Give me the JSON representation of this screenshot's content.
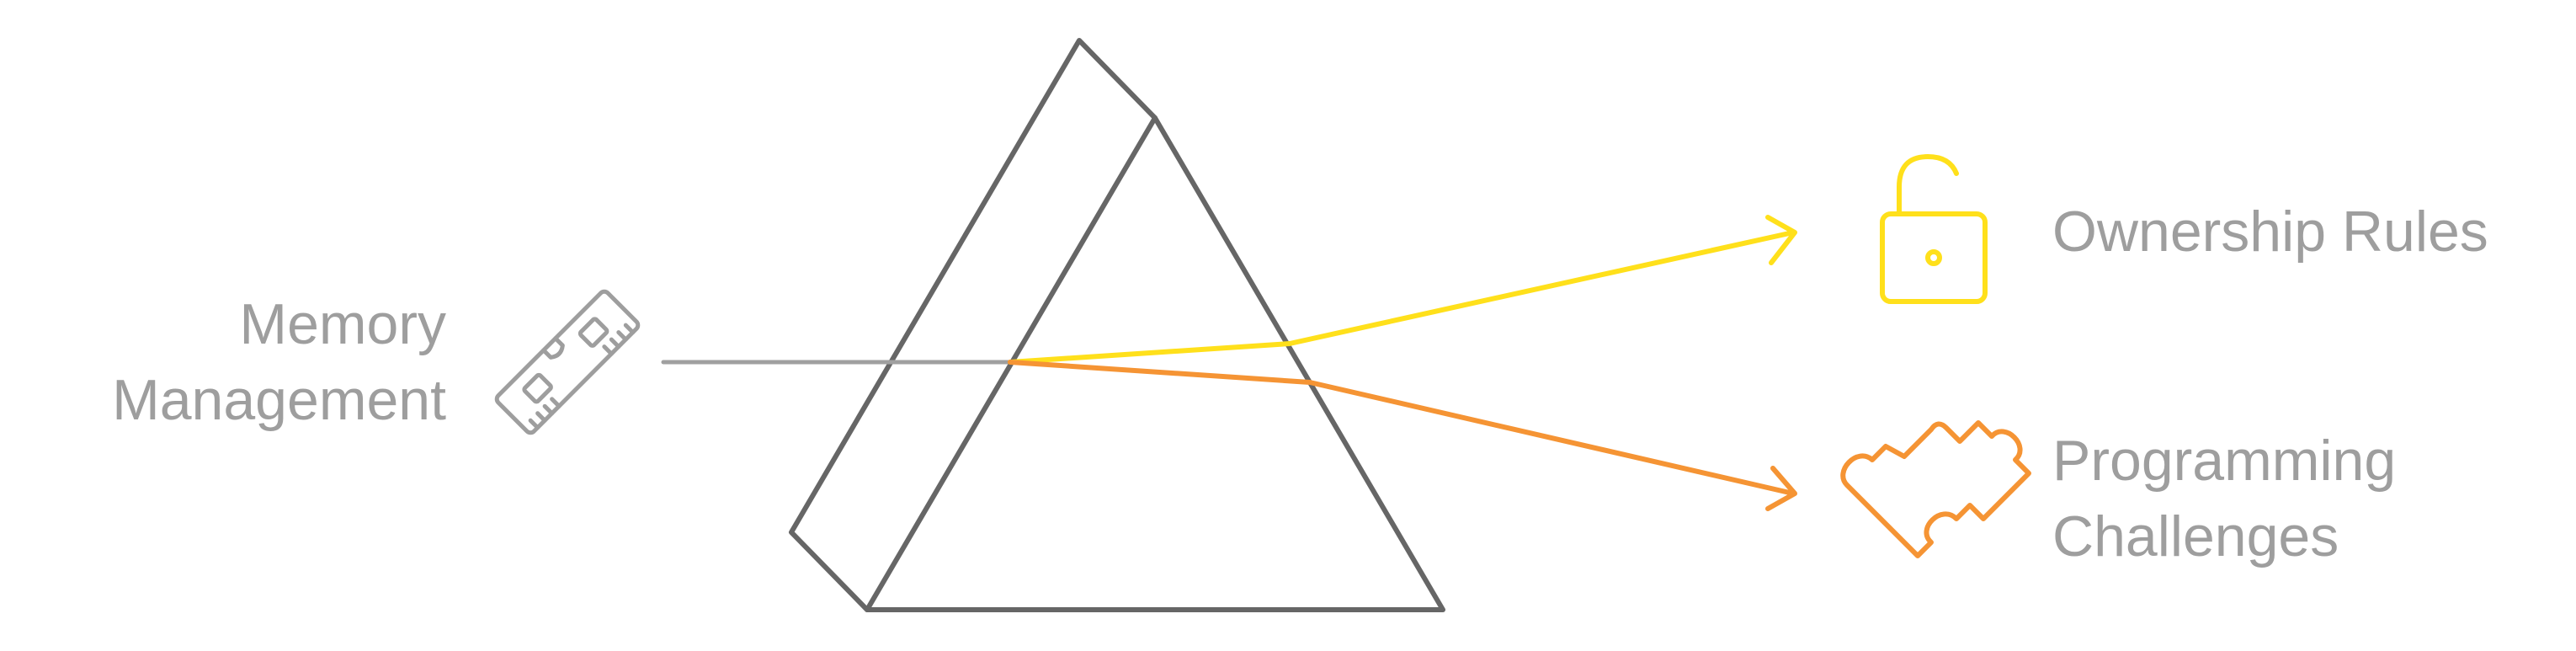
{
  "input": {
    "label_line1": "Memory",
    "label_line2": "Management",
    "icon": "memory-module-icon"
  },
  "outputs": [
    {
      "label_line1": "Ownership Rules",
      "icon": "unlocked-padlock-icon",
      "color": "#FFE01B"
    },
    {
      "label_line1": "Programming",
      "label_line2": "Challenges",
      "icon": "puzzle-piece-icon",
      "color": "#F59434"
    }
  ],
  "colors": {
    "prism_stroke": "#666666",
    "input_beam": "#A0A0A0",
    "label_text": "#9E9E9E",
    "input_icon": "#9E9E9E"
  }
}
